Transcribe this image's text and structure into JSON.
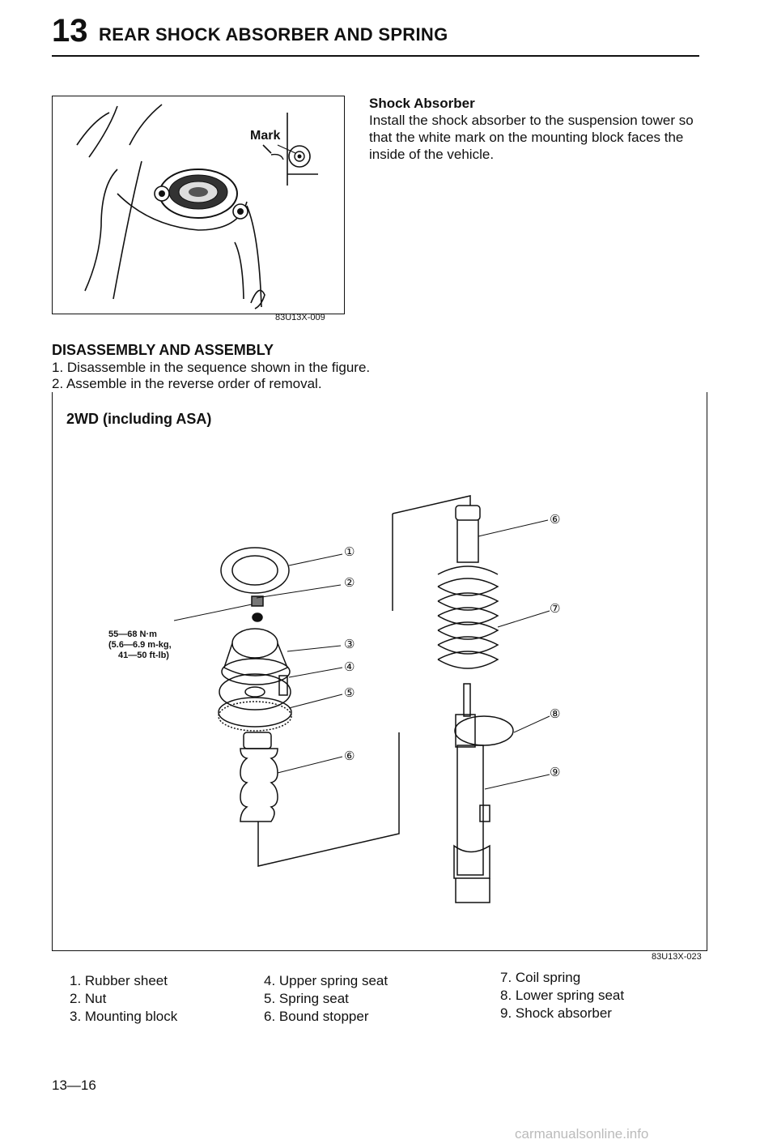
{
  "header": {
    "section_number": "13",
    "title": "REAR SHOCK ABSORBER AND SPRING"
  },
  "figure1": {
    "mark_label": "Mark",
    "code": "83U13X-009"
  },
  "shock_absorber": {
    "heading": "Shock Absorber",
    "text": "Install the shock absorber to the suspension tower so that the white mark on the mounting block faces the inside of the vehicle."
  },
  "disassembly": {
    "heading": "DISASSEMBLY AND ASSEMBLY",
    "steps": [
      "1. Disassemble in the sequence shown in the figure.",
      "2. Assemble in the reverse order of removal."
    ]
  },
  "figure2": {
    "title": "2WD (including ASA)",
    "torque": [
      "55—68 N·m",
      "(5.6—6.9 m-kg,",
      "41—50 ft-lb)"
    ],
    "callouts": [
      "①",
      "②",
      "③",
      "④",
      "⑤",
      "⑥",
      "⑥",
      "⑦",
      "⑧",
      "⑨"
    ],
    "code": "83U13X-023"
  },
  "legend": [
    [
      "1. Rubber sheet",
      "2. Nut",
      "3. Mounting block"
    ],
    [
      "4. Upper spring seat",
      "5. Spring seat",
      "6. Bound stopper"
    ],
    [
      "7. Coil spring",
      "8. Lower spring seat",
      "9. Shock absorber"
    ]
  ],
  "page_number": "13—16",
  "watermark": "carmanualsonline.info"
}
